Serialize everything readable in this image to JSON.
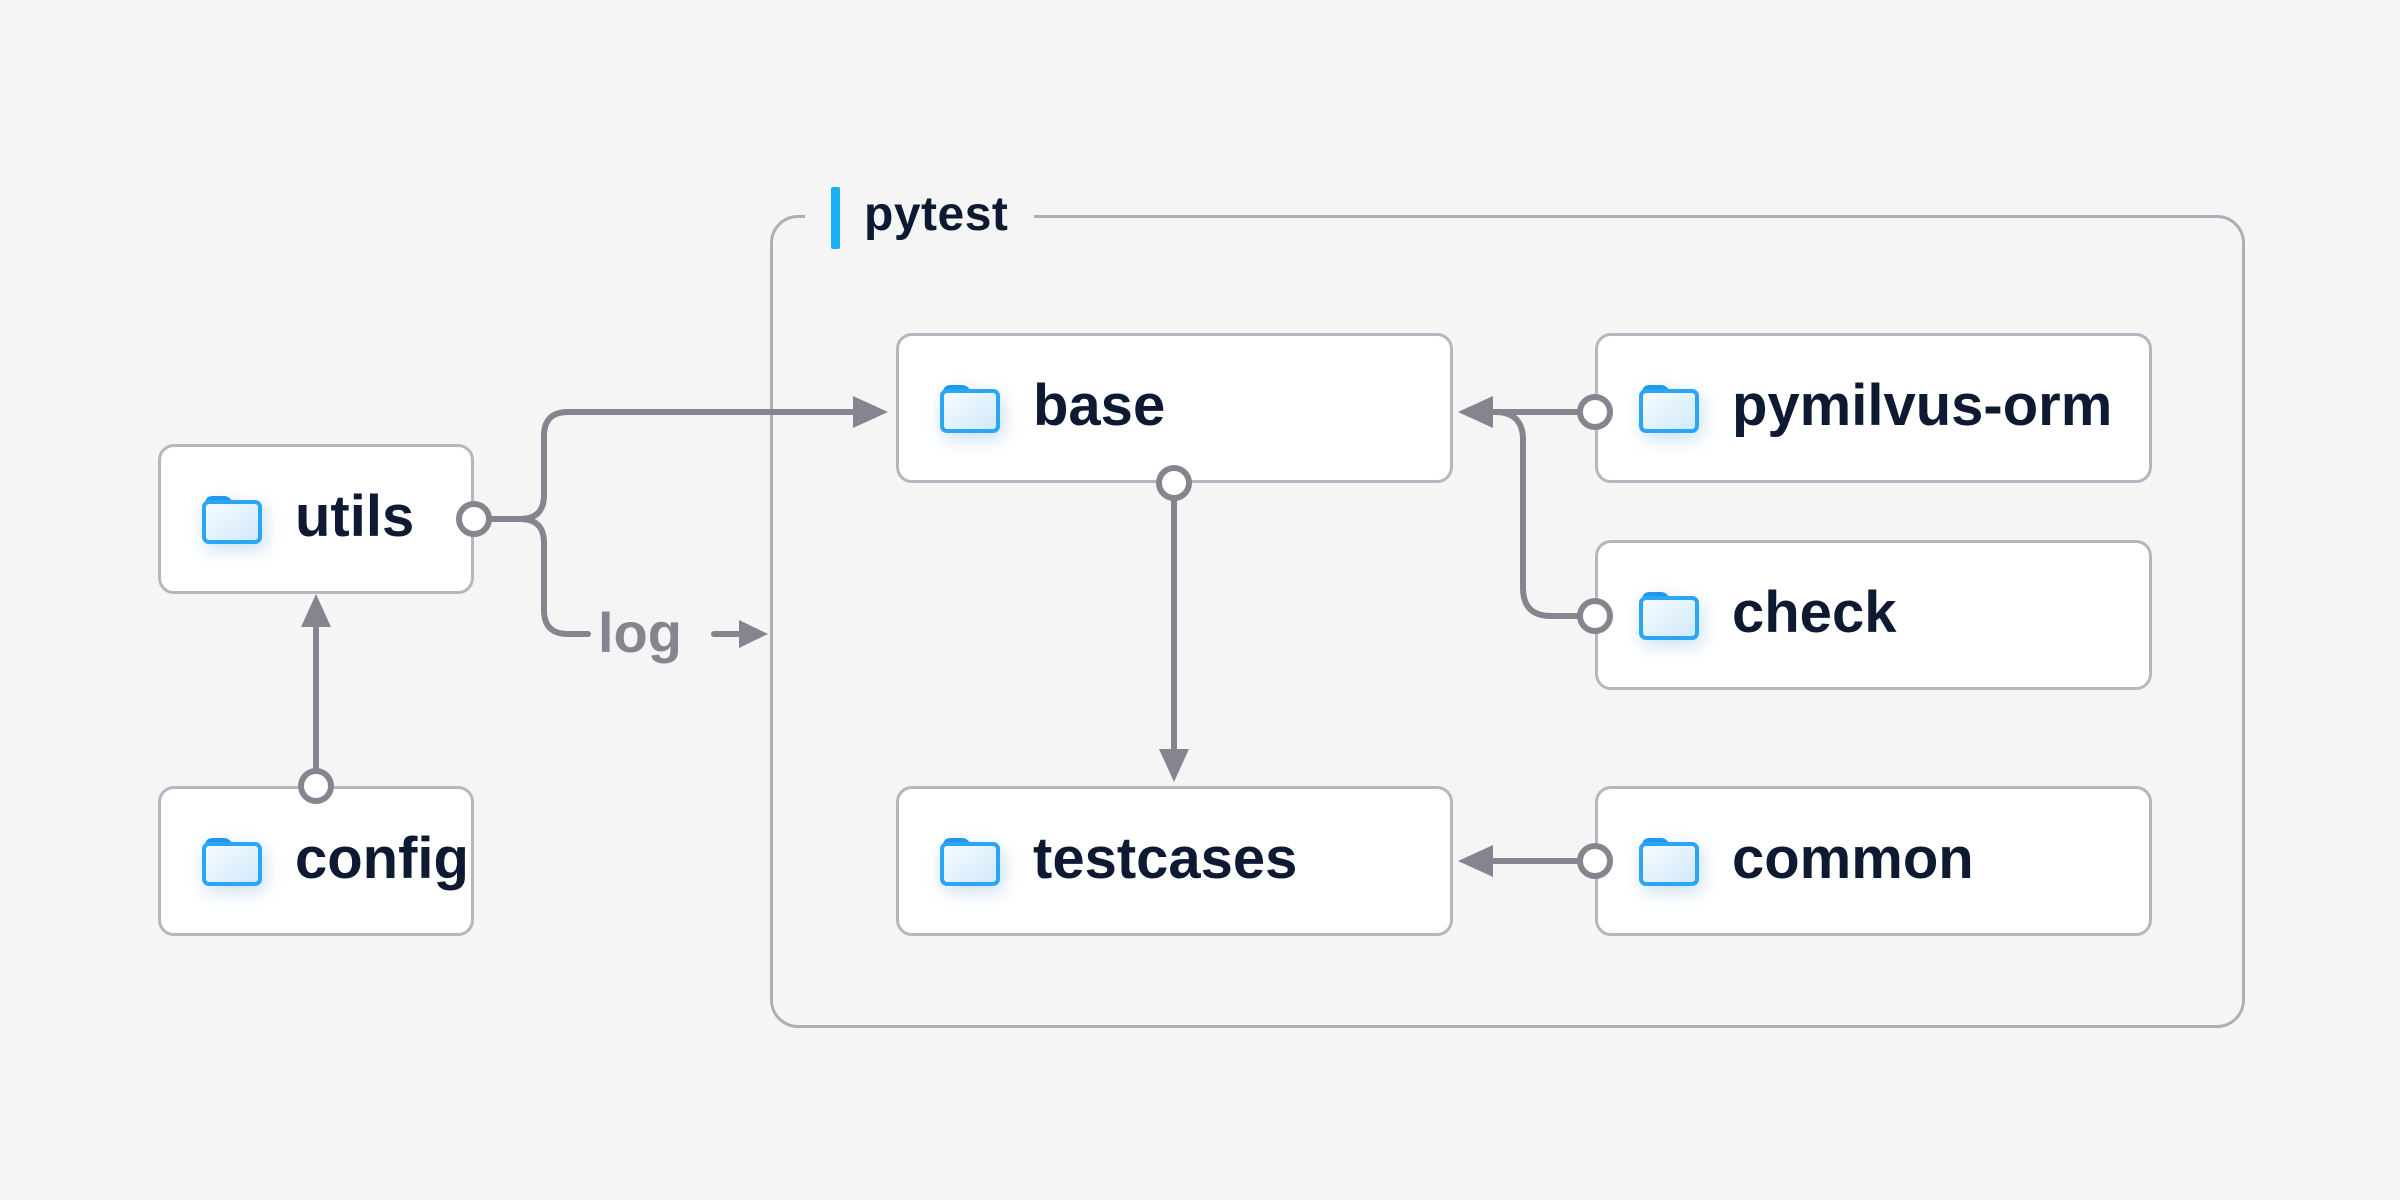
{
  "colors": {
    "background": "#f5f5f6",
    "node_fill": "#ffffff",
    "node_border": "#b6b6c1",
    "container_border": "#aeaeb8",
    "connector": "#85858f",
    "label_text": "#0e1a32",
    "edge_label_text": "#85858d",
    "accent_bar": "#1cb0f6",
    "folder_stroke": "#2ba6f3",
    "folder_tab": "#1f97ec"
  },
  "container": {
    "label": "pytest"
  },
  "nodes": {
    "utils": {
      "label": "utils"
    },
    "config": {
      "label": "config"
    },
    "base": {
      "label": "base"
    },
    "pymilvus_orm": {
      "label": "pymilvus-orm"
    },
    "check": {
      "label": "check"
    },
    "testcases": {
      "label": "testcases"
    },
    "common": {
      "label": "common"
    }
  },
  "edges": {
    "log_label": "log",
    "connections": [
      {
        "from": "config",
        "to": "utils"
      },
      {
        "from": "utils",
        "to": "base"
      },
      {
        "from": "utils",
        "to": "pytest",
        "label": "log"
      },
      {
        "from": "pymilvus-orm",
        "to": "base"
      },
      {
        "from": "check",
        "to": "base"
      },
      {
        "from": "base",
        "to": "testcases"
      },
      {
        "from": "common",
        "to": "testcases"
      }
    ]
  }
}
